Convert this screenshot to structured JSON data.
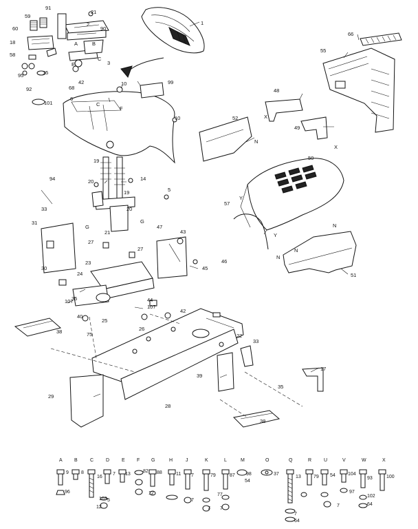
{
  "part_labels": [
    "91",
    "21",
    "60",
    "59",
    "2",
    "90",
    "18",
    "1",
    "A",
    "E",
    "B",
    "58",
    "C",
    "3",
    "95",
    "15",
    "92",
    "68",
    "42",
    "101",
    "10",
    "99",
    "6",
    "C",
    "F",
    "10",
    "66",
    "55",
    "48",
    "52",
    "X",
    "N",
    "49",
    "X",
    "19",
    "14",
    "20",
    "19",
    "20",
    "94",
    "5",
    "Y",
    "50",
    "31",
    "33",
    "G",
    "21",
    "G",
    "57",
    "Y",
    "47",
    "43",
    "27",
    "27",
    "30",
    "23",
    "45",
    "46",
    "N",
    "N",
    "N",
    "51",
    "107",
    "24",
    "44",
    "107",
    "42",
    "40",
    "75",
    "35",
    "25",
    "26",
    "22",
    "33",
    "38",
    "28",
    "39",
    "35",
    "17",
    "29",
    "38"
  ],
  "fastener_legend": {
    "letters": [
      "A",
      "B",
      "C",
      "D",
      "E",
      "F",
      "G",
      "H",
      "J",
      "K",
      "L",
      "M",
      "O",
      "Q",
      "R",
      "U",
      "V",
      "W",
      "X"
    ],
    "numbers": [
      "9",
      "8",
      "16",
      "7",
      "13",
      "82",
      "88",
      "11",
      "7",
      "79",
      "87",
      "98",
      "37",
      "13",
      "79",
      "54",
      "104",
      "93",
      "100",
      "96",
      "103",
      "77",
      "5",
      "12",
      "12",
      "7",
      "7",
      "7",
      "7",
      "64",
      "54",
      "97",
      "7",
      "102",
      "64"
    ]
  }
}
